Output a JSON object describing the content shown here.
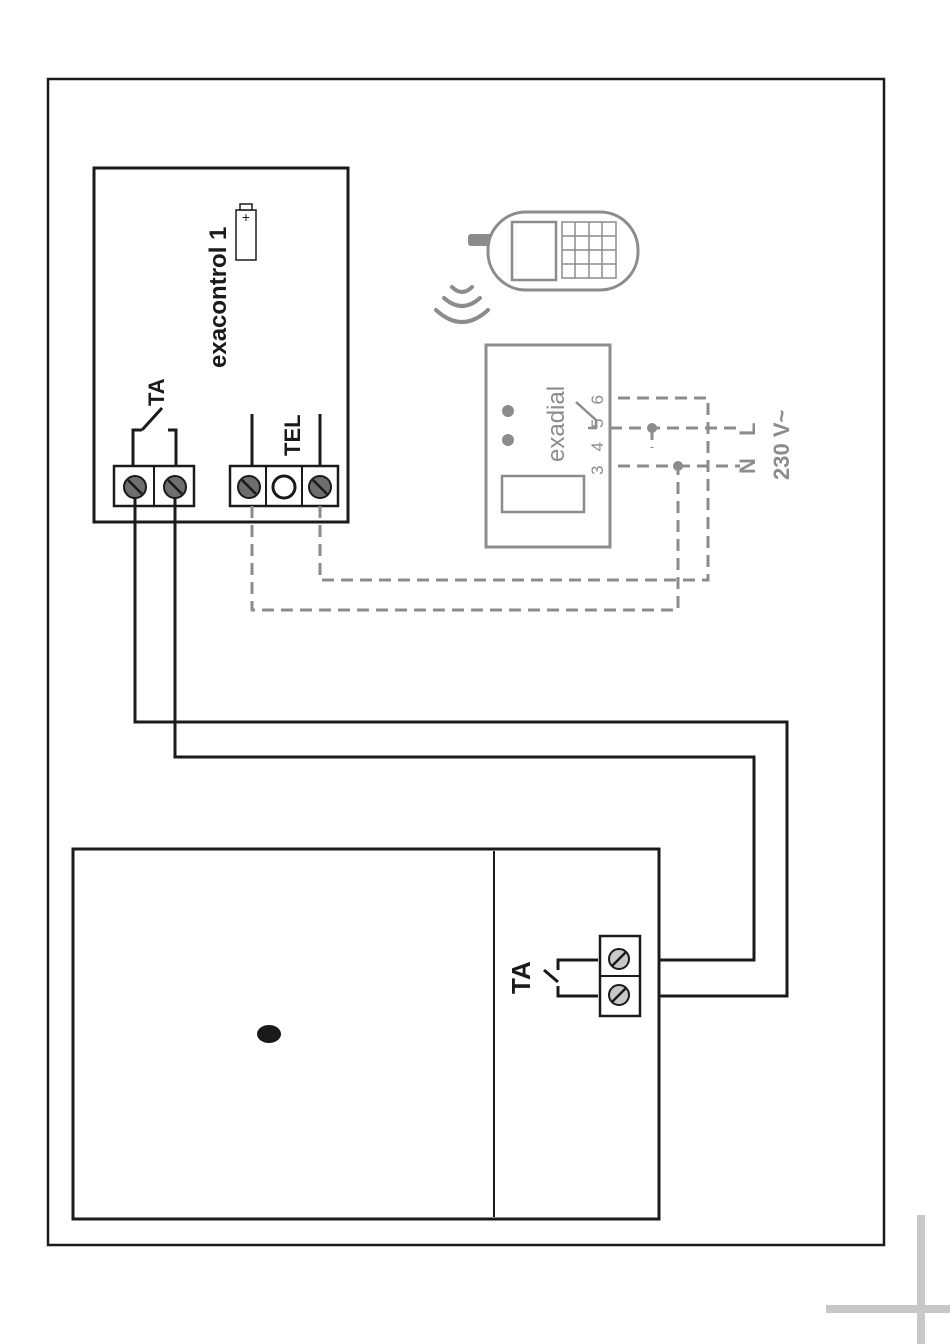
{
  "exacontrol": {
    "name": "exacontrol 1",
    "relay_label": "TA",
    "tel_label": "TEL",
    "battery_symbol": "+"
  },
  "exadial": {
    "name": "exadial",
    "terminals": "3 4 5 6"
  },
  "power": {
    "line": "L",
    "neutral": "N",
    "voltage": "230 V~"
  },
  "boiler": {
    "relay_label": "TA"
  },
  "colors": {
    "line_black": "#1a1a1a",
    "grey": "#8c8c8c",
    "screw": "#6e6e6e"
  },
  "icons": [
    "mobile-phone-icon",
    "wireless-signal-icon",
    "battery-icon",
    "screw-terminal-icon"
  ]
}
